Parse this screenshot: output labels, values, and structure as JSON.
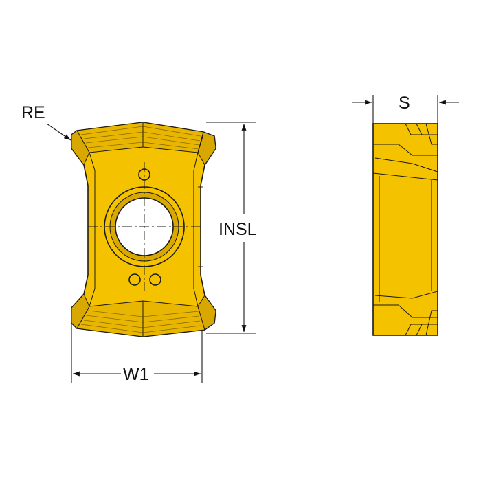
{
  "labels": {
    "corner_radius": "RE",
    "insert_length": "INSL",
    "width": "W1",
    "thickness": "S"
  },
  "colors": {
    "insert_fill": "#f5c200",
    "insert_shadow": "#c99a00",
    "outline": "#1a1a1a",
    "background": "#ffffff"
  }
}
